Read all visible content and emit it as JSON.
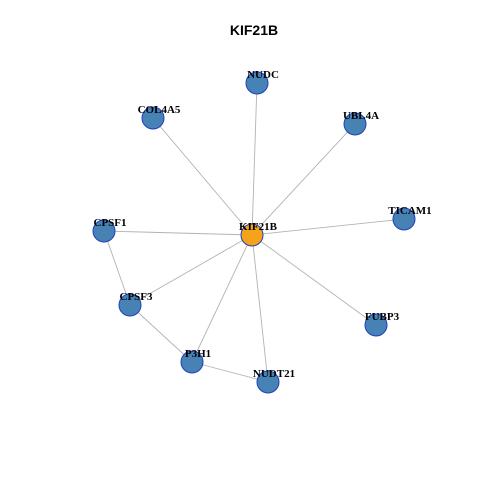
{
  "title": "KIF21B",
  "colors": {
    "hub_node": "#f5a31a",
    "node": "#4682b4",
    "node_border": "#1f3fbf",
    "edge": "#b3b3b3"
  },
  "nodes": [
    {
      "id": "KIF21B",
      "label": "KIF21B",
      "hub": true
    },
    {
      "id": "NUDC",
      "label": "NUDC",
      "hub": false
    },
    {
      "id": "COL4A5",
      "label": "COL4A5",
      "hub": false
    },
    {
      "id": "UBL4A",
      "label": "UBL4A",
      "hub": false
    },
    {
      "id": "TICAM1",
      "label": "TICAM1",
      "hub": false
    },
    {
      "id": "CPSF1",
      "label": "CPSF1",
      "hub": false
    },
    {
      "id": "CPSF3",
      "label": "CPSF3",
      "hub": false
    },
    {
      "id": "FUBP3",
      "label": "FUBP3",
      "hub": false
    },
    {
      "id": "P3H1",
      "label": "P3H1",
      "hub": false
    },
    {
      "id": "NUDT21",
      "label": "NUDT21",
      "hub": false
    }
  ],
  "edges": [
    [
      "KIF21B",
      "NUDC"
    ],
    [
      "KIF21B",
      "COL4A5"
    ],
    [
      "KIF21B",
      "UBL4A"
    ],
    [
      "KIF21B",
      "TICAM1"
    ],
    [
      "KIF21B",
      "CPSF1"
    ],
    [
      "KIF21B",
      "CPSF3"
    ],
    [
      "KIF21B",
      "FUBP3"
    ],
    [
      "KIF21B",
      "P3H1"
    ],
    [
      "KIF21B",
      "NUDT21"
    ],
    [
      "CPSF1",
      "CPSF3"
    ],
    [
      "CPSF3",
      "P3H1"
    ],
    [
      "P3H1",
      "NUDT21"
    ]
  ]
}
